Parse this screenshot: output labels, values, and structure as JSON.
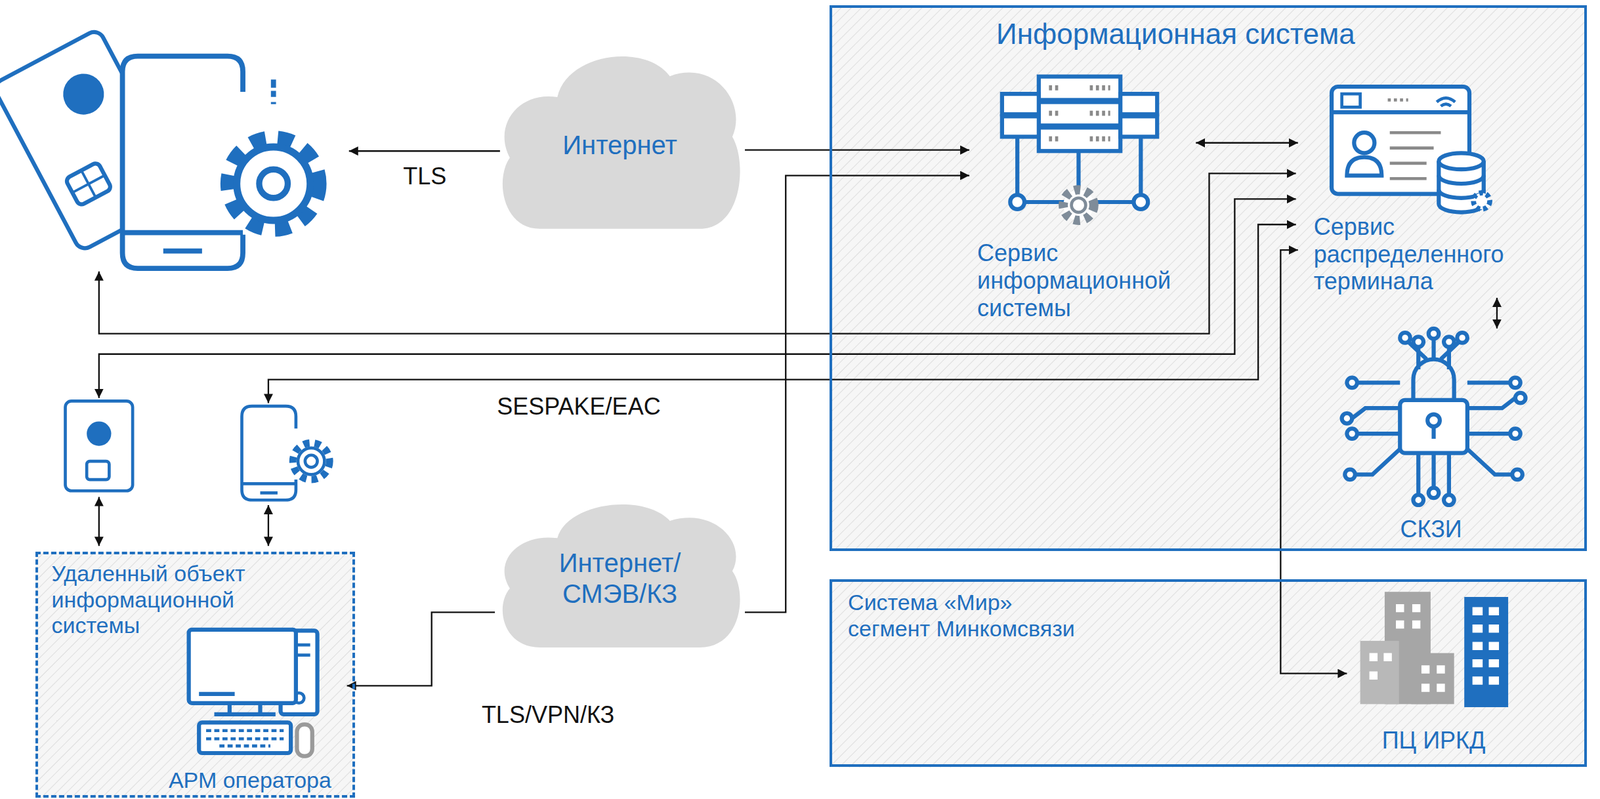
{
  "diagram": {
    "nodes": [
      {
        "text": [
          "Информационная система"
        ]
      },
      {
        "text": [
          "Сервис информационной системы"
        ],
        "in": 0
      },
      {
        "text": [
          "Сервис распределенного терминала"
        ],
        "in": 0
      },
      {
        "text": [
          "СКЗИ"
        ],
        "in": 0
      },
      {
        "text": [
          "Интернет"
        ]
      },
      {
        "text": [
          "Удаленный объект информационной системы"
        ]
      },
      {
        "text": [
          "АРМ оператора"
        ],
        "in": 5
      },
      {
        "text": [
          "Интернет/ СМЭВ/КЗ"
        ]
      },
      {
        "text": [
          "Система «Мир» сегмент Минкомсвязи"
        ]
      },
      {
        "text": [
          "ПЦ ИРКД"
        ],
        "in": 8
      }
    ],
    "edges": [
      {
        "from": 4,
        "to": 1,
        "arrow": "to"
      },
      {
        "from": 7,
        "to": 1,
        "arrow": "to"
      },
      {
        "from": 7,
        "to": 6,
        "arrow": "to"
      },
      {
        "from": 1,
        "to": 2,
        "arrow": "both"
      },
      {
        "from": 2,
        "to": 3,
        "arrow": "both"
      },
      {
        "from": 2,
        "to": 9,
        "arrow": "both"
      }
    ],
    "labels": [
      "TLS",
      "SESPAKE/EAC",
      "TLS/VPN/КЗ"
    ]
  }
}
